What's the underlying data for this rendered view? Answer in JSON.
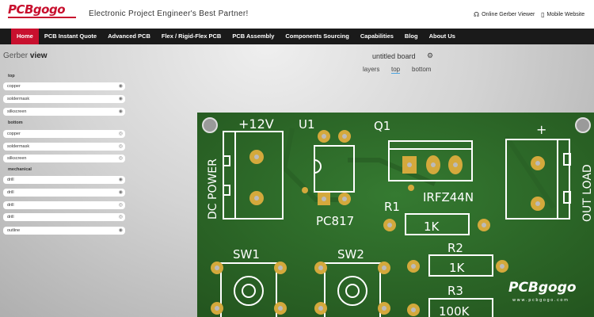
{
  "header": {
    "logo": "PCBgogo",
    "tagline": "Electronic Project Engineer's Best Partner!",
    "gerber_viewer_link": "Online Gerber Viewer",
    "mobile_link": "Mobile Website"
  },
  "nav": {
    "items": [
      {
        "label": "Home",
        "active": true
      },
      {
        "label": "PCB Instant Quote"
      },
      {
        "label": "Advanced PCB"
      },
      {
        "label": "Flex / Rigid-Flex PCB"
      },
      {
        "label": "PCB Assembly"
      },
      {
        "label": "Components Sourcing"
      },
      {
        "label": "Capabilities"
      },
      {
        "label": "Blog"
      },
      {
        "label": "About Us"
      }
    ]
  },
  "panel": {
    "title_prefix": "Gerber",
    "title_bold": "view",
    "groups": [
      {
        "name": "top",
        "layers": [
          "copper",
          "soldermask",
          "silkscreen"
        ]
      },
      {
        "name": "bottom",
        "layers": [
          "copper",
          "soldermask",
          "silkscreen"
        ]
      },
      {
        "name": "mechanical",
        "layers": [
          "drill",
          "drill",
          "drill",
          "drill",
          "outline"
        ]
      }
    ]
  },
  "board": {
    "name": "untitled board",
    "tabs": [
      "layers",
      "top",
      "bottom"
    ],
    "active_tab": "top"
  },
  "pcb_labels": {
    "dc_power": "DC POWER",
    "v12": "+12V",
    "u1": "U1",
    "q1": "Q1",
    "plus": "+",
    "out_load": "OUT LOAD",
    "irfz44n": "IRFZ44N",
    "pc817": "PC817",
    "r1": "R1",
    "r1_val": "1K",
    "r2": "R2",
    "r2_val": "1K",
    "r3": "R3",
    "r3_val": "100K",
    "sw1": "SW1",
    "sw2": "SW2",
    "brand": "PCBgogo",
    "brand_url": "w w w . p c b g o g o . c o m"
  },
  "colors": {
    "brand_red": "#c8102e",
    "pcb_green": "#2d6a2a",
    "pad_gold": "#d4a93c"
  }
}
